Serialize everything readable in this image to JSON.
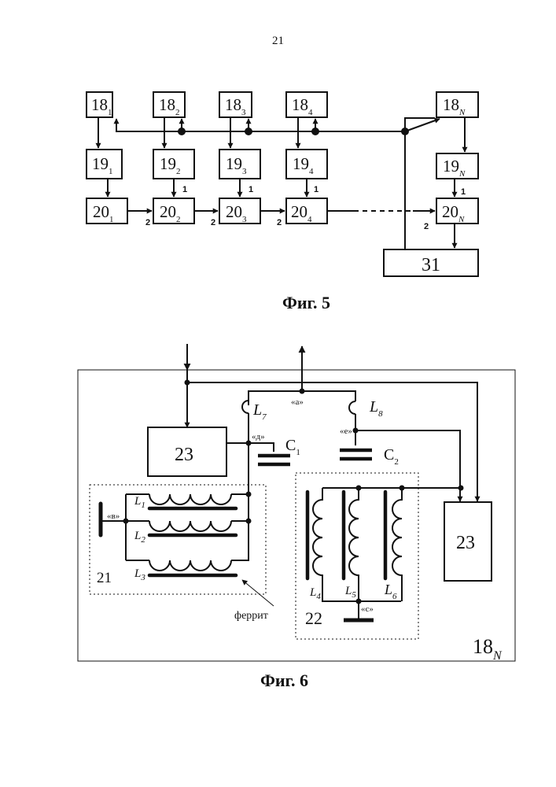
{
  "page": {
    "number": "21"
  },
  "fig5": {
    "caption": "Фиг. 5",
    "row18": [
      {
        "base": "18",
        "sub": "1"
      },
      {
        "base": "18",
        "sub": "2"
      },
      {
        "base": "18",
        "sub": "3"
      },
      {
        "base": "18",
        "sub": "4"
      },
      {
        "base": "18",
        "sub": "N"
      }
    ],
    "row19": [
      {
        "base": "19",
        "sub": "1"
      },
      {
        "base": "19",
        "sub": "2"
      },
      {
        "base": "19",
        "sub": "3"
      },
      {
        "base": "19",
        "sub": "4"
      },
      {
        "base": "19",
        "sub": "N"
      }
    ],
    "row20": [
      {
        "base": "20",
        "sub": "1"
      },
      {
        "base": "20",
        "sub": "2"
      },
      {
        "base": "20",
        "sub": "3"
      },
      {
        "base": "20",
        "sub": "4"
      },
      {
        "base": "20",
        "sub": "N"
      }
    ],
    "block31": "31",
    "port_labels": {
      "input1": "1",
      "input2": "2"
    }
  },
  "fig6": {
    "caption": "Фиг. 6",
    "outer_label": {
      "base": "18",
      "sub": "N"
    },
    "block23_left": "23",
    "block23_right": "23",
    "group21": "21",
    "group22": "22",
    "nodes": {
      "a": "«а»",
      "b": "«в»",
      "c": "«с»",
      "d": "«д»",
      "e": "«е»"
    },
    "inductors": [
      {
        "base": "L",
        "sub": "1"
      },
      {
        "base": "L",
        "sub": "2"
      },
      {
        "base": "L",
        "sub": "3"
      },
      {
        "base": "L",
        "sub": "4"
      },
      {
        "base": "L",
        "sub": "5"
      },
      {
        "base": "L",
        "sub": "6"
      },
      {
        "base": "L",
        "sub": "7"
      },
      {
        "base": "L",
        "sub": "8"
      }
    ],
    "capacitors": [
      {
        "base": "C",
        "sub": "1"
      },
      {
        "base": "C",
        "sub": "2"
      }
    ],
    "ferrite_label": "феррит"
  }
}
